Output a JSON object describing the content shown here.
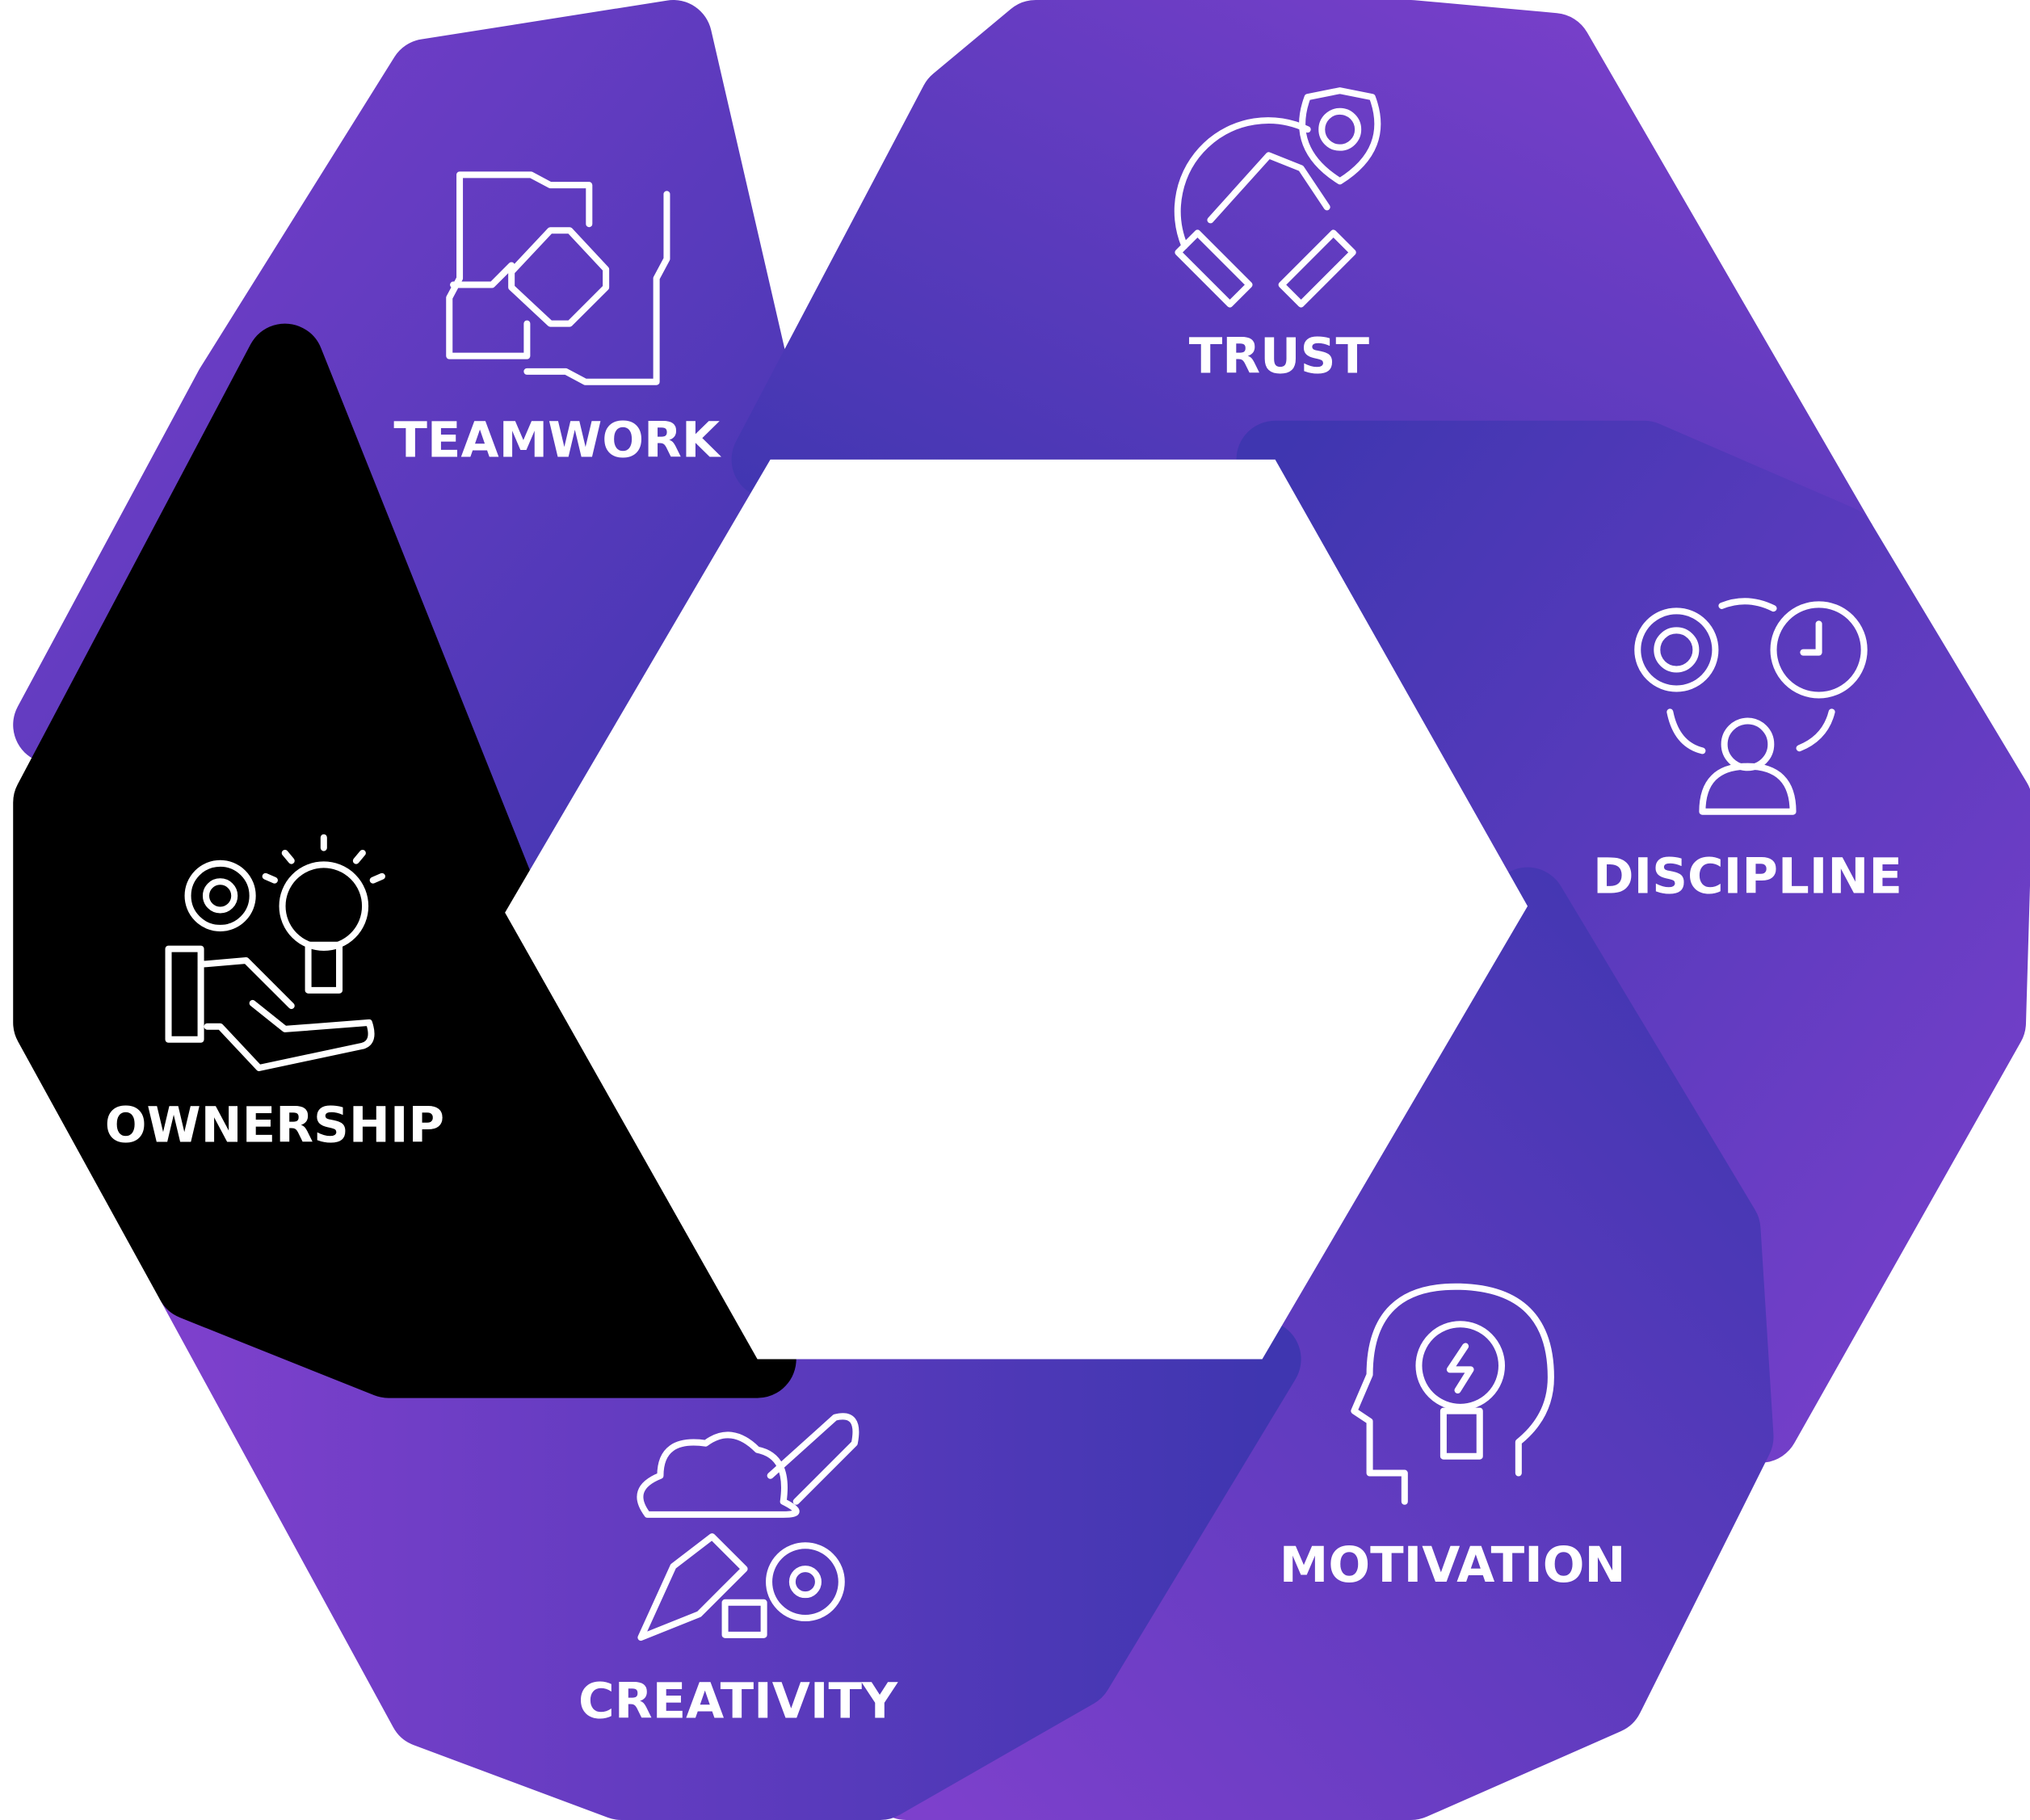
{
  "segments": [
    {
      "id": "teamwork",
      "label": "TEAMWORK",
      "icon": "joined-hands-icon"
    },
    {
      "id": "trust",
      "label": "TRUST",
      "icon": "handshake-shield-icon"
    },
    {
      "id": "discipline",
      "label": "DISCIPLINE",
      "icon": "gear-clock-person-cycle-icon"
    },
    {
      "id": "motivation",
      "label": "MOTIVATION",
      "icon": "head-lightbulb-icon"
    },
    {
      "id": "creativity",
      "label": "CREATIVITY",
      "icon": "cloud-pencil-gear-icon"
    },
    {
      "id": "ownership",
      "label": "OWNERSHIP",
      "icon": "hand-lightbulb-gear-icon"
    }
  ],
  "colors": {
    "purple_light": "#8040cc",
    "purple_dark": "#3f36b0",
    "ownership": "#000000",
    "text": "#ffffff"
  }
}
